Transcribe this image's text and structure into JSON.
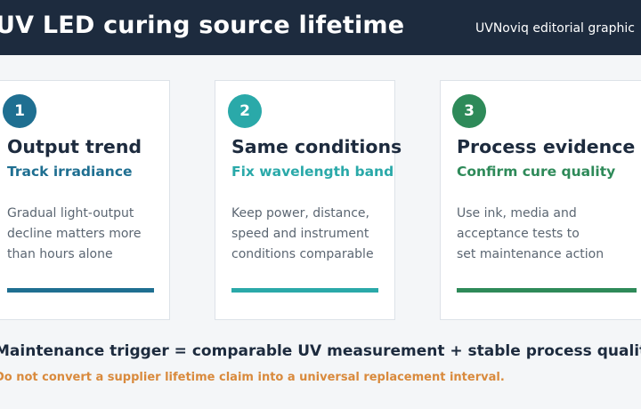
{
  "header": {
    "title": "UV LED curing source lifetime",
    "subtitle": "UVNoviq editorial graphic"
  },
  "colors": {
    "header_bg": "#1d2b3e",
    "step1": "#1f6f91",
    "step2": "#2aa9a9",
    "step3": "#2e8a59",
    "warning": "#d98a3d"
  },
  "cards": [
    {
      "number": "1",
      "title": "Output trend",
      "subtitle": "Track irradiance",
      "body": [
        "Gradual light-output",
        "decline matters more",
        "than hours alone"
      ]
    },
    {
      "number": "2",
      "title": "Same conditions",
      "subtitle": "Fix wavelength band",
      "body": [
        "Keep power, distance,",
        "speed and instrument",
        "conditions comparable"
      ]
    },
    {
      "number": "3",
      "title": "Process evidence",
      "subtitle": "Confirm cure quality",
      "body": [
        "Use ink, media and",
        "acceptance tests to",
        "set maintenance action"
      ]
    }
  ],
  "footer": {
    "main": "Maintenance trigger = comparable UV measurement + stable process quality",
    "note": "Do not convert a supplier lifetime claim into a universal replacement interval."
  }
}
